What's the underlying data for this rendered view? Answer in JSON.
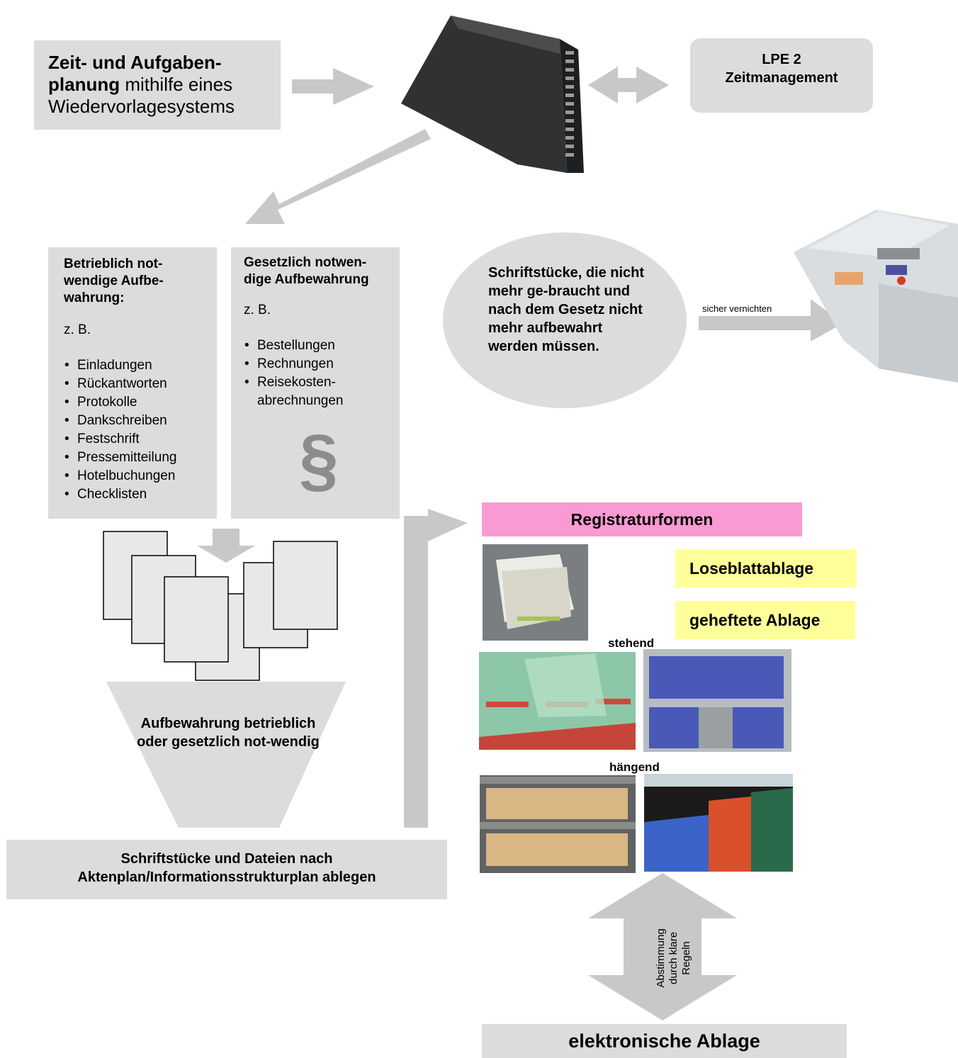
{
  "top_box": {
    "bold": "Zeit- und Aufgaben-planung",
    "rest": " mithilfe eines Wiedervorlagesystems"
  },
  "lpe": {
    "line1": "LPE 2",
    "line2": "Zeitmanagement"
  },
  "betrieblich": {
    "title": "Betrieblich not-wendige Aufbe-wahrung:",
    "zb": "z. B.",
    "items": [
      "Einladungen",
      "Rückantworten",
      "Protokolle",
      "Dankschreiben",
      "Festschrift",
      "Pressemitteilung",
      "Hotelbuchungen",
      "Checklisten"
    ]
  },
  "gesetzlich": {
    "title": "Gesetzlich notwen-dige Aufbewahrung",
    "zb": "z. B.",
    "items": [
      "Bestellungen",
      "Rechnungen",
      "Reisekosten-abrechnungen"
    ],
    "symbol": "§"
  },
  "oval_text": "Schriftstücke, die nicht mehr ge-braucht und nach dem Gesetz nicht mehr aufbewahrt werden müssen.",
  "vernichten": "sicher vernichten",
  "funnel_text": "Aufbewahrung betrieblich oder gesetzlich not-wendig",
  "bottom_box": {
    "line1": "Schriftstücke und Dateien nach",
    "line2": "Aktenplan/Informationsstrukturplan ablegen"
  },
  "registraturformen": "Registraturformen",
  "loseblattablage": "Loseblattablage",
  "geheftete_ablage": "geheftete Ablage",
  "stehend": "stehend",
  "haengend": "hängend",
  "abstimmung": [
    "Abstimmung",
    "durch klare",
    "Regeln"
  ],
  "elektronische_ablage": "elektronische Ablage",
  "colors": {
    "box_gray": "#dcdcdc",
    "arrow_gray": "#c8c8c8",
    "pink": "#fa9ad2",
    "yellow": "#ffff99"
  }
}
